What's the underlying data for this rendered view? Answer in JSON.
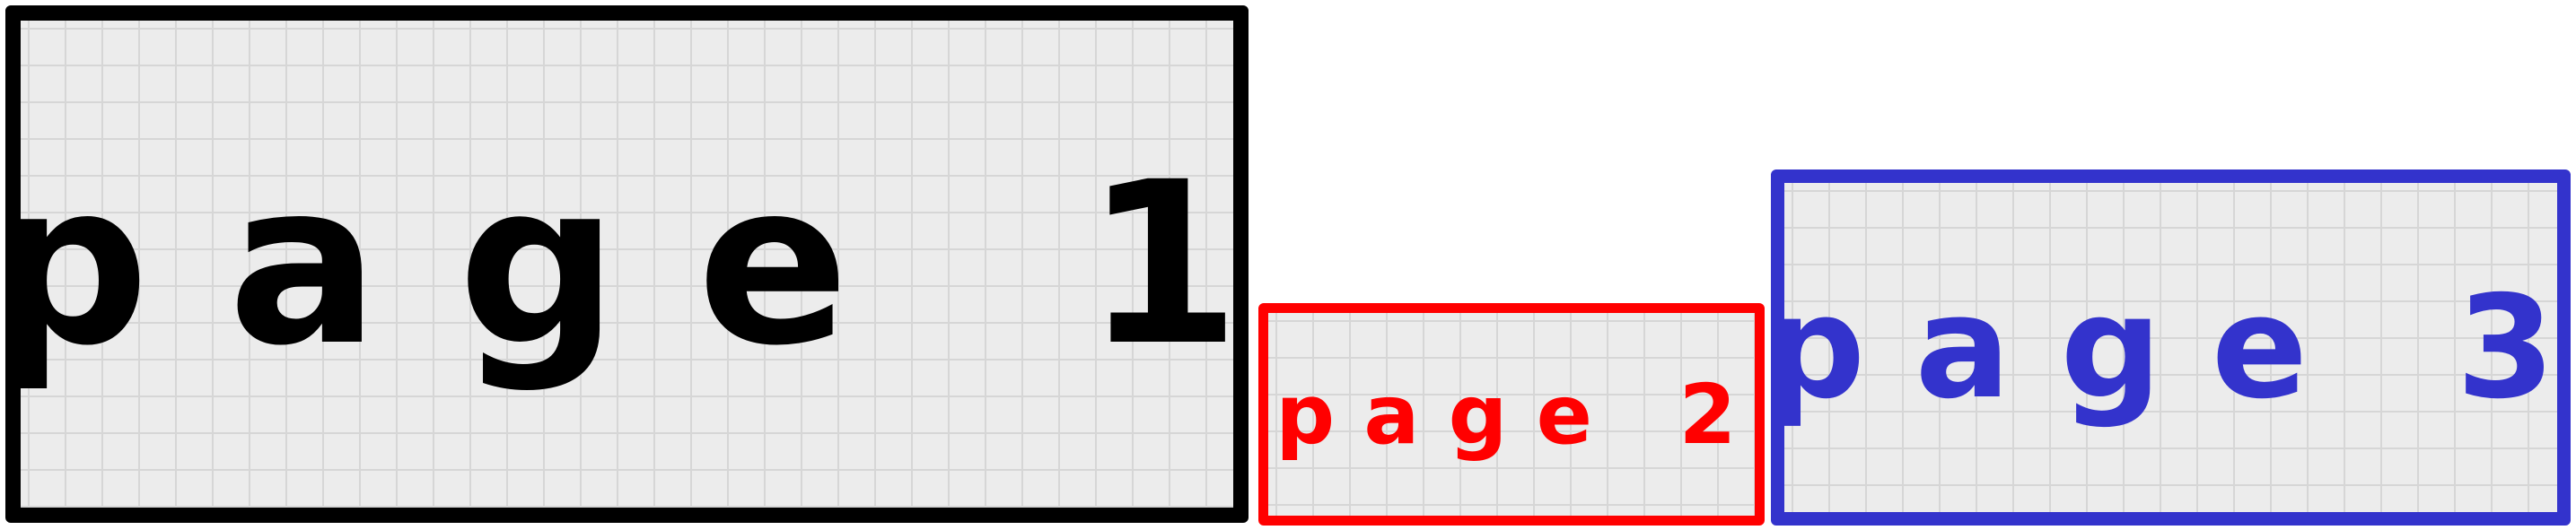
{
  "pages": [
    {
      "id": "page1",
      "label": "page 1",
      "color": "#000000"
    },
    {
      "id": "page2",
      "label": "page 2",
      "color": "#ff0000"
    },
    {
      "id": "page3",
      "label": "page 3",
      "color": "#3333cc"
    }
  ]
}
